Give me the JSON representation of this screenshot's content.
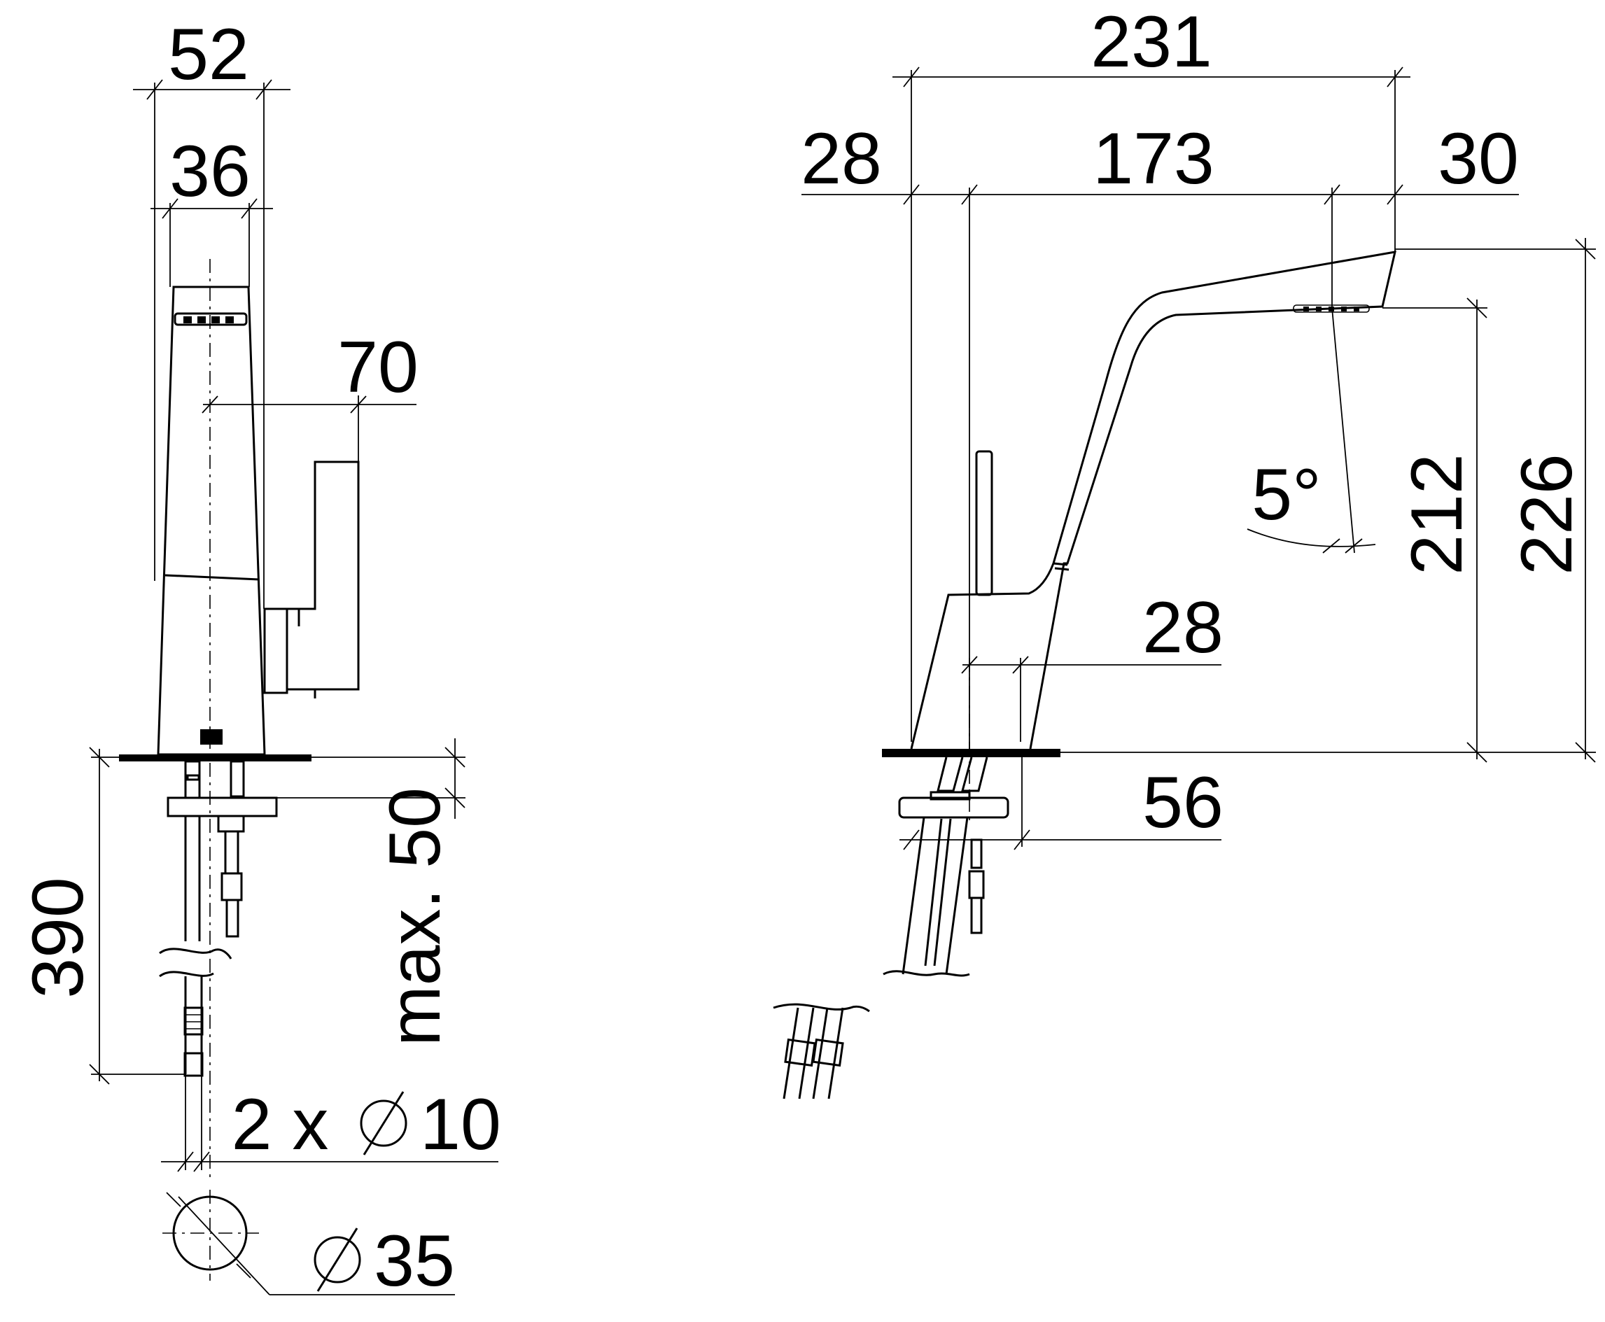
{
  "front_view": {
    "dim_overall_width": "52",
    "dim_body_width": "36",
    "dim_lever_offset": "70",
    "dim_hose_length": "390",
    "dim_max_thickness": "max. 50",
    "dim_hoses_prefix": "2 x",
    "dim_hoses_value": "10",
    "dim_hole_value": "35"
  },
  "side_view": {
    "dim_total_length": "231",
    "dim_back_offset": "28",
    "dim_spout_reach": "173",
    "dim_spout_tip": "30",
    "dim_angle": "5°",
    "dim_outlet_height": "212",
    "dim_total_height": "226",
    "dim_base_offset": "28",
    "dim_base_depth": "56"
  }
}
